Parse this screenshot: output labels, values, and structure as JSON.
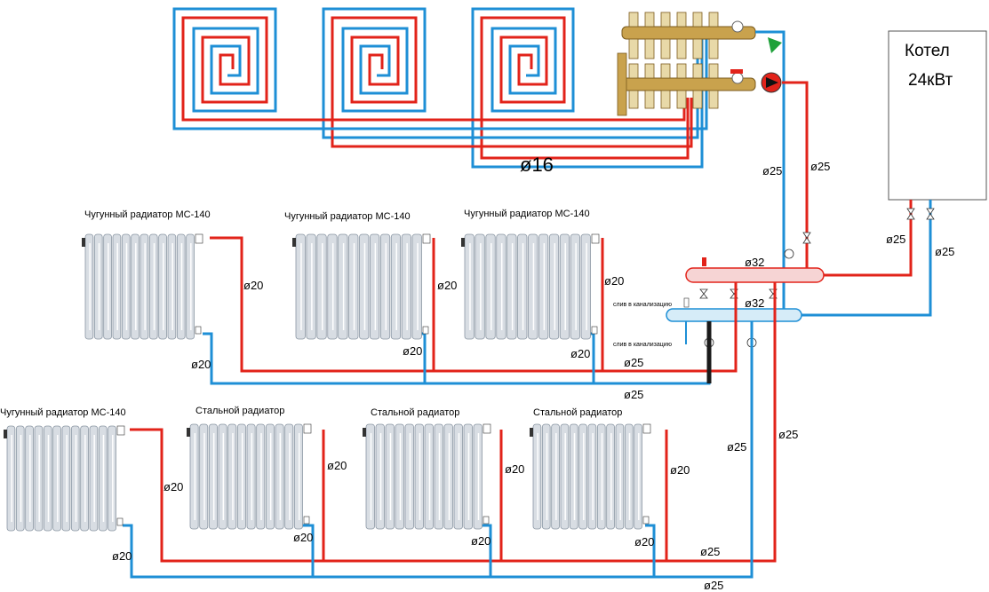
{
  "colors": {
    "supply": "#e2231a",
    "return": "#1e8fd6",
    "drain": "#1a1a1a",
    "radiator": "#d8dde3",
    "header": "#f6d4d4"
  },
  "boiler": {
    "line1": "Котел",
    "line2": "24кВт"
  },
  "floor_heating": {
    "pipe_label": "ø16"
  },
  "radiators_upper": [
    {
      "title": "Чугунный радиатор МС-140",
      "supply": "ø20",
      "return": "ø20"
    },
    {
      "title": "Чугунный радиатор МС-140",
      "supply": "ø20",
      "return": "ø20"
    },
    {
      "title": "Чугунный радиатор МС-140",
      "supply": "ø20",
      "return": "ø20"
    }
  ],
  "radiators_lower": [
    {
      "title": "Чугунный радиатор МС-140",
      "supply": "ø20",
      "return": "ø20"
    },
    {
      "title": "Стальной радиатор",
      "supply": "ø20",
      "return": "ø20"
    },
    {
      "title": "Стальной радиатор",
      "supply": "ø20",
      "return": "ø20"
    },
    {
      "title": "Стальной радиатор",
      "supply": "ø20",
      "return": "ø20"
    }
  ],
  "labels": {
    "manifold_supply": "ø25",
    "manifold_return": "ø25",
    "boiler_supply": "ø25",
    "boiler_return": "ø25",
    "header_top": "ø32",
    "header_bottom": "ø32",
    "drain1": "слив в канализацию",
    "drain2": "слив в канализацию",
    "upper_main_supply": "ø25",
    "upper_main_return": "ø25",
    "riser_return": "ø25",
    "riser_supply": "ø25",
    "lower_main_supply": "ø25",
    "lower_main_return": "ø25"
  }
}
